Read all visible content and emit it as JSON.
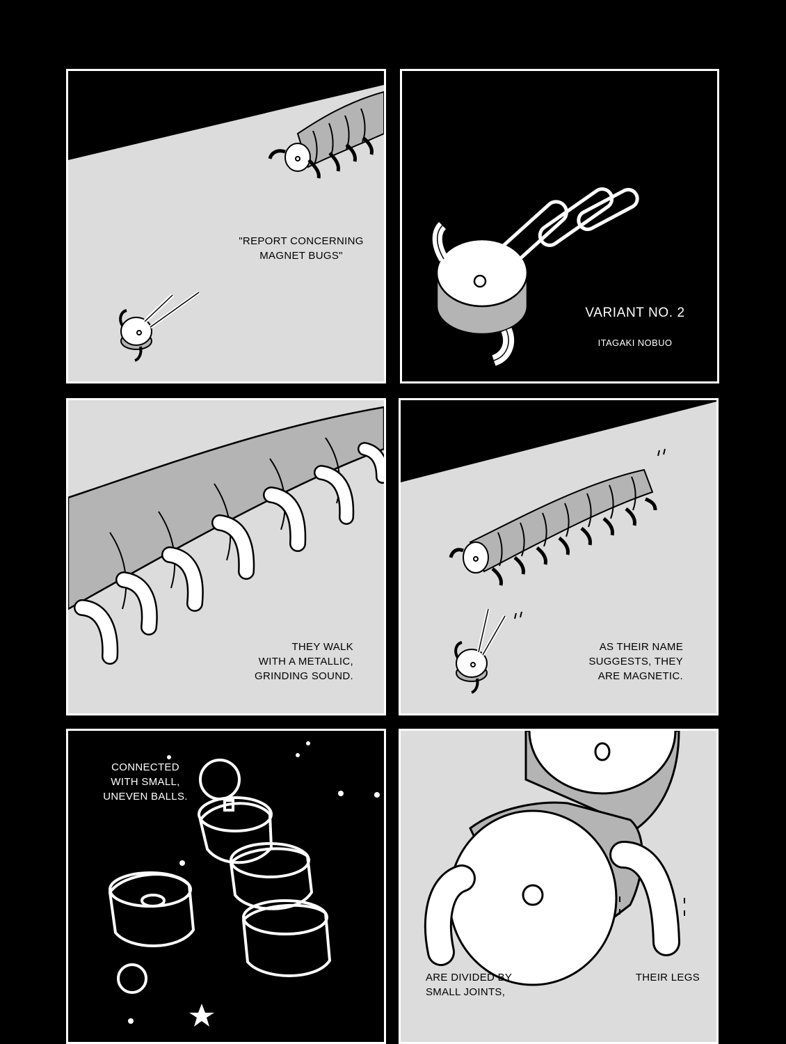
{
  "colors": {
    "page_background": "#000000",
    "panel_border": "#ffffff",
    "screentone_light": "#dcdcdc",
    "screentone_mid": "#b4b4b4",
    "ink": "#000000",
    "paper": "#ffffff"
  },
  "panels": [
    {
      "id": "panel-1",
      "caption": "\"REPORT CONCERNING\nMAGNET BUGS\""
    },
    {
      "id": "panel-2",
      "title": "VARIANT NO. 2",
      "author": "ITAGAKI NOBUO"
    },
    {
      "id": "panel-3",
      "caption": "THEY WALK\nWITH A METALLIC,\nGRINDING SOUND."
    },
    {
      "id": "panel-4",
      "caption": "AS THEIR NAME\nSUGGESTS, THEY\nARE MAGNETIC."
    },
    {
      "id": "panel-5",
      "caption": "CONNECTED\nWITH SMALL,\nUNEVEN BALLS."
    },
    {
      "id": "panel-6",
      "caption_left": "ARE DIVIDED BY\nSMALL JOINTS,",
      "caption_right": "THEIR LEGS"
    }
  ]
}
